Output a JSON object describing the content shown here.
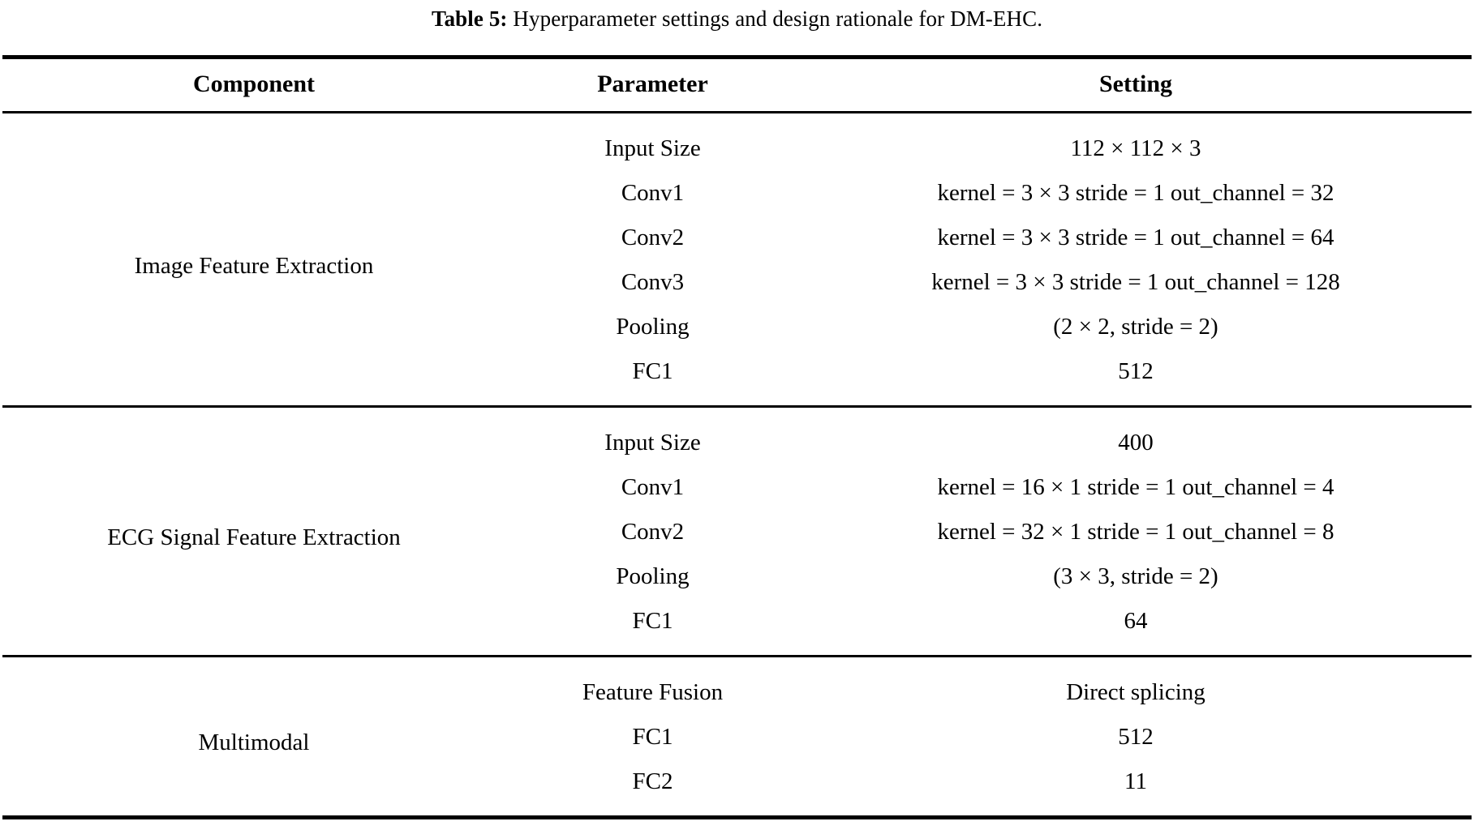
{
  "caption": {
    "label": "Table 5:",
    "text": "Hyperparameter settings and design rationale for DM-EHC."
  },
  "table": {
    "headers": {
      "component": "Component",
      "parameter": "Parameter",
      "setting": "Setting"
    },
    "sections": [
      {
        "component": "Image Feature Extraction",
        "rows": [
          {
            "parameter": "Input Size",
            "setting": "112 × 112 × 3"
          },
          {
            "parameter": "Conv1",
            "setting": "kernel = 3 × 3 stride = 1 out_channel = 32"
          },
          {
            "parameter": "Conv2",
            "setting": "kernel = 3 × 3 stride = 1 out_channel = 64"
          },
          {
            "parameter": "Conv3",
            "setting": "kernel = 3 × 3 stride = 1 out_channel = 128"
          },
          {
            "parameter": "Pooling",
            "setting": "(2 × 2, stride = 2)"
          },
          {
            "parameter": "FC1",
            "setting": "512"
          }
        ]
      },
      {
        "component": "ECG Signal Feature Extraction",
        "rows": [
          {
            "parameter": "Input Size",
            "setting": "400"
          },
          {
            "parameter": "Conv1",
            "setting": "kernel = 16 × 1 stride = 1 out_channel = 4"
          },
          {
            "parameter": "Conv2",
            "setting": "kernel = 32 × 1 stride = 1 out_channel = 8"
          },
          {
            "parameter": "Pooling",
            "setting": "(3 × 3, stride = 2)"
          },
          {
            "parameter": "FC1",
            "setting": "64"
          }
        ]
      },
      {
        "component": "Multimodal",
        "rows": [
          {
            "parameter": "Feature Fusion",
            "setting": "Direct splicing"
          },
          {
            "parameter": "FC1",
            "setting": "512"
          },
          {
            "parameter": "FC2",
            "setting": "11"
          }
        ]
      }
    ]
  },
  "colors": {
    "text": "#000000",
    "background": "#ffffff",
    "rule": "#000000"
  }
}
